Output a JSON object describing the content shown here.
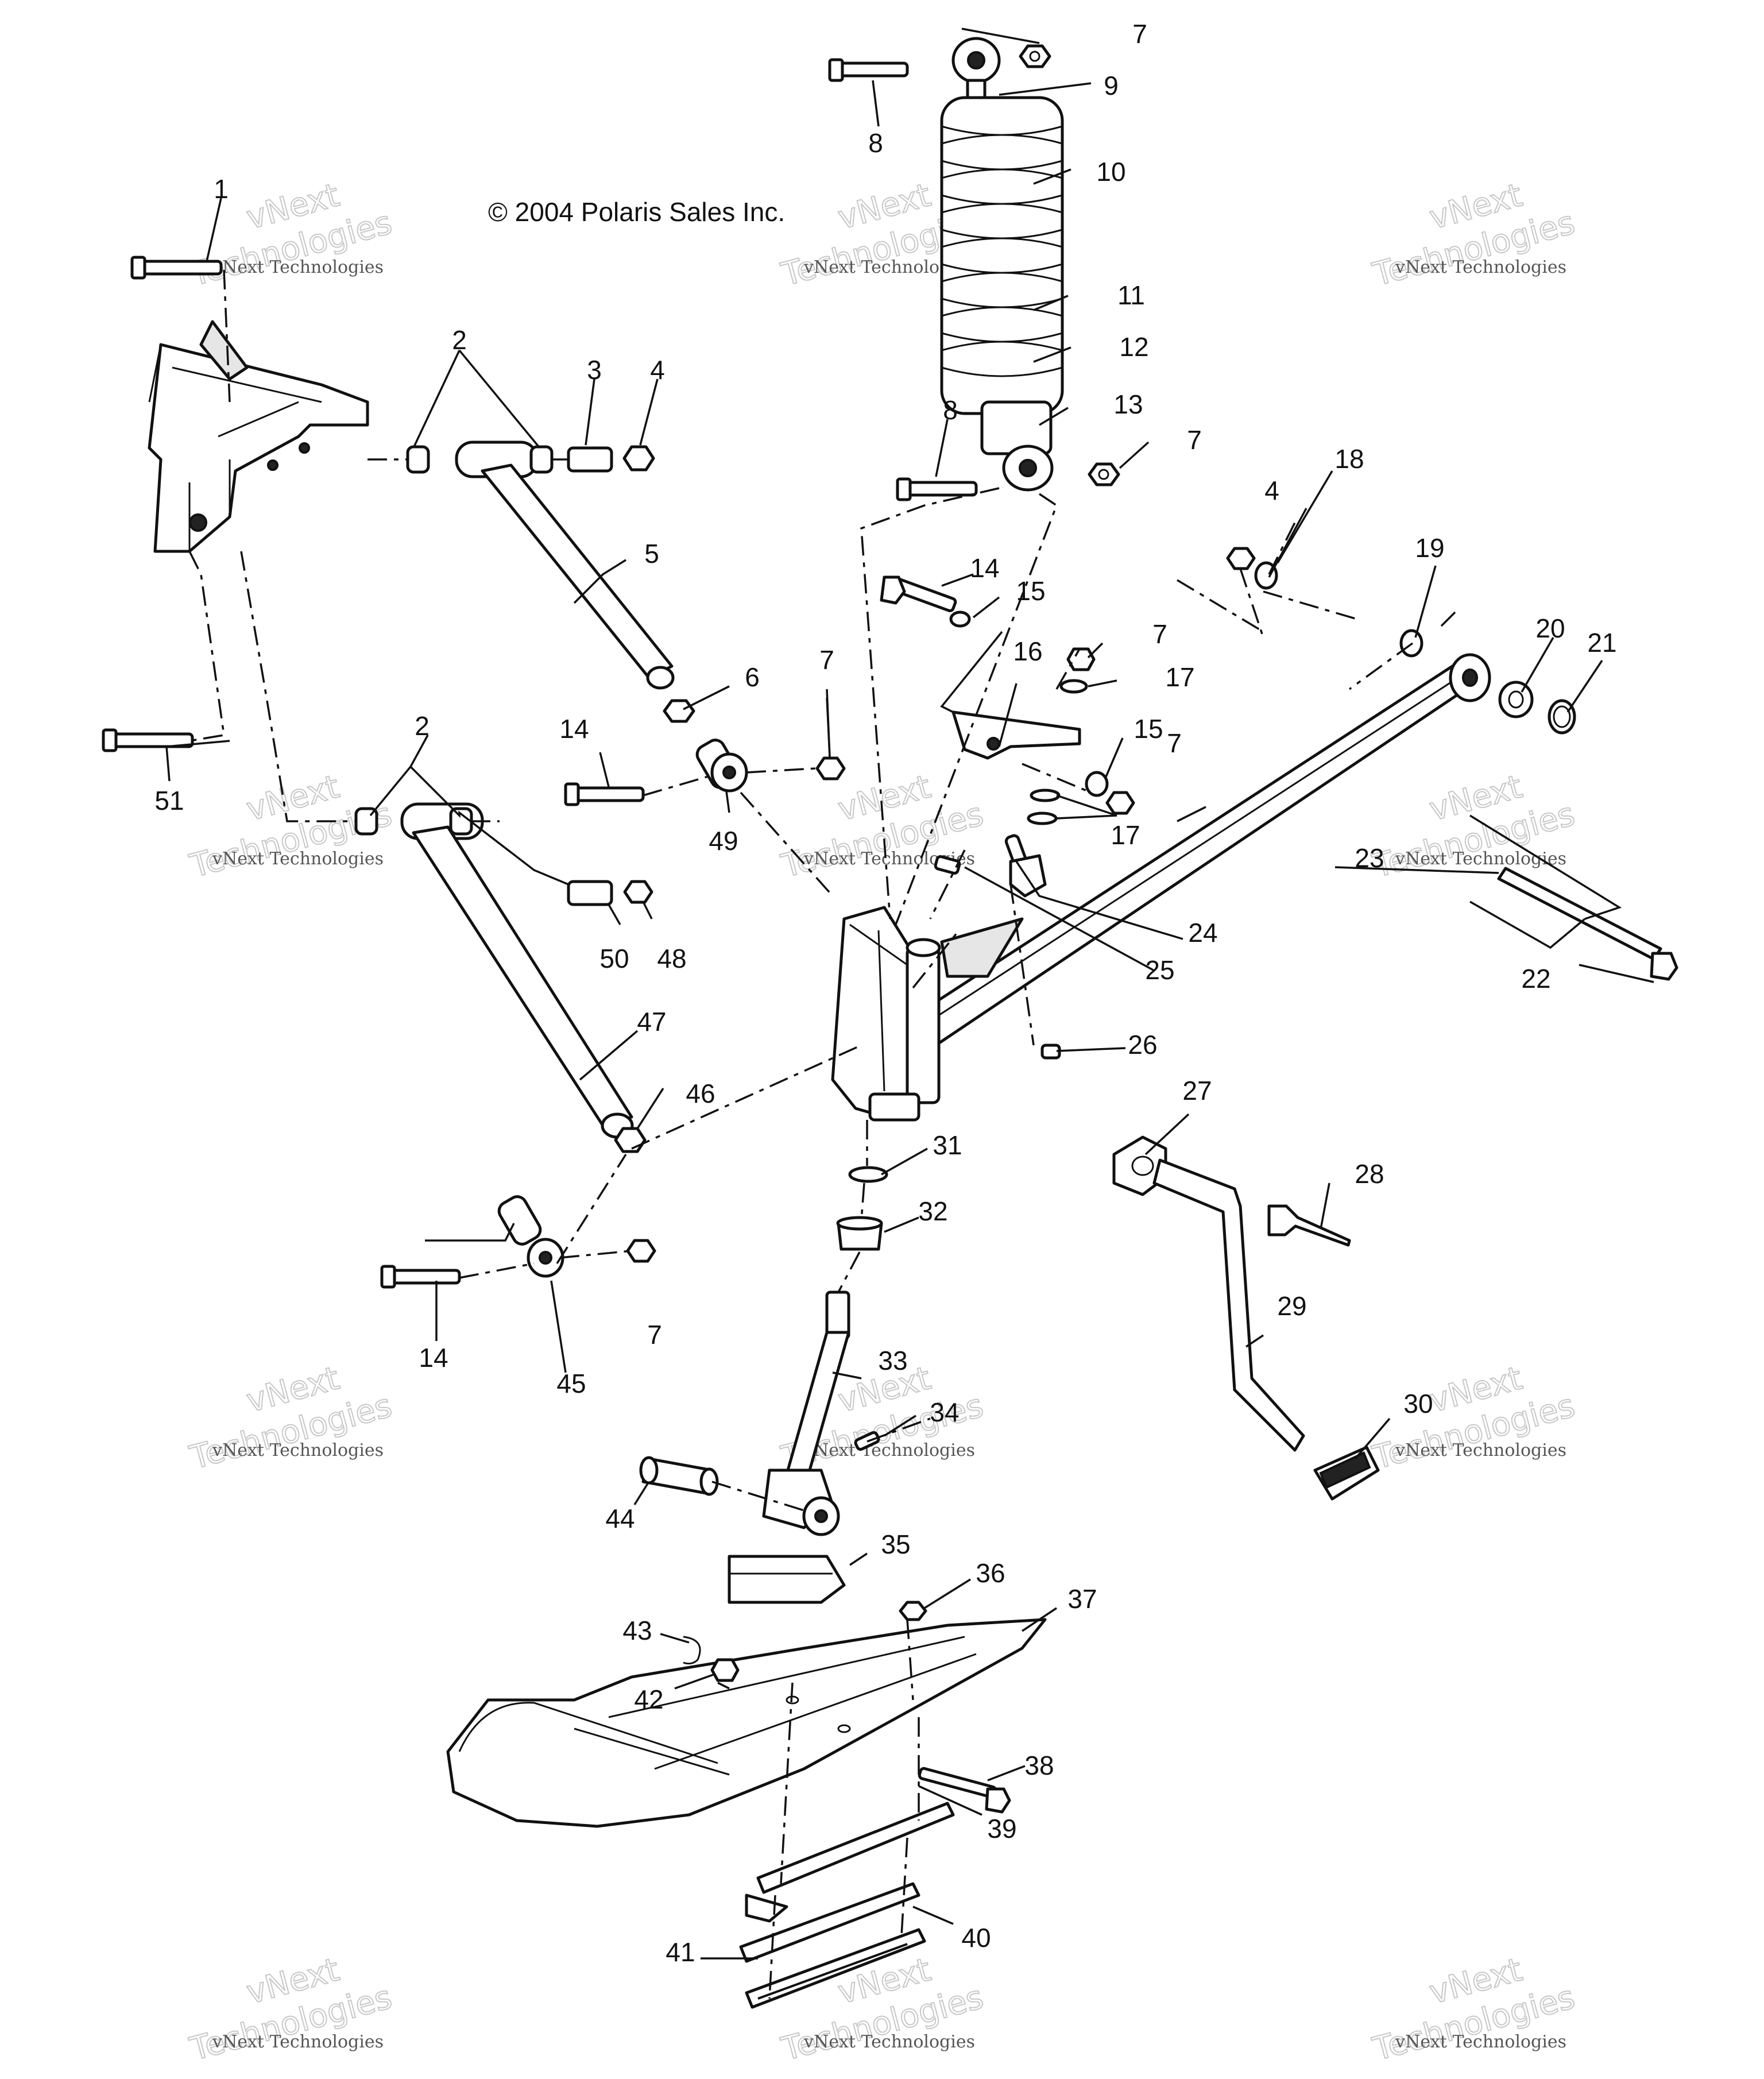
{
  "copyright": "© 2004 Polaris Sales Inc.",
  "watermark": {
    "line1": "vNext",
    "line2": "Technologies",
    "caption": "vNext Technologies"
  },
  "callouts": [
    {
      "id": "c1",
      "label": "1"
    },
    {
      "id": "c2a",
      "label": "2"
    },
    {
      "id": "c3",
      "label": "3"
    },
    {
      "id": "c4a",
      "label": "4"
    },
    {
      "id": "c5",
      "label": "5"
    },
    {
      "id": "c6",
      "label": "6"
    },
    {
      "id": "c7a",
      "label": "7"
    },
    {
      "id": "c7b",
      "label": "7"
    },
    {
      "id": "c7c",
      "label": "7"
    },
    {
      "id": "c7d",
      "label": "7"
    },
    {
      "id": "c7e",
      "label": "7"
    },
    {
      "id": "c7f",
      "label": "7"
    },
    {
      "id": "c8a",
      "label": "8"
    },
    {
      "id": "c8b",
      "label": "8"
    },
    {
      "id": "c9",
      "label": "9"
    },
    {
      "id": "c10",
      "label": "10"
    },
    {
      "id": "c11",
      "label": "11"
    },
    {
      "id": "c12",
      "label": "12"
    },
    {
      "id": "c13",
      "label": "13"
    },
    {
      "id": "c14a",
      "label": "14"
    },
    {
      "id": "c14b",
      "label": "14"
    },
    {
      "id": "c14c",
      "label": "14"
    },
    {
      "id": "c15a",
      "label": "15"
    },
    {
      "id": "c15b",
      "label": "15"
    },
    {
      "id": "c16",
      "label": "16"
    },
    {
      "id": "c17a",
      "label": "17"
    },
    {
      "id": "c17b",
      "label": "17"
    },
    {
      "id": "c18",
      "label": "18"
    },
    {
      "id": "c19",
      "label": "19"
    },
    {
      "id": "c20",
      "label": "20"
    },
    {
      "id": "c21",
      "label": "21"
    },
    {
      "id": "c22",
      "label": "22"
    },
    {
      "id": "c23",
      "label": "23"
    },
    {
      "id": "c24",
      "label": "24"
    },
    {
      "id": "c25",
      "label": "25"
    },
    {
      "id": "c26",
      "label": "26"
    },
    {
      "id": "c27",
      "label": "27"
    },
    {
      "id": "c28",
      "label": "28"
    },
    {
      "id": "c29",
      "label": "29"
    },
    {
      "id": "c30",
      "label": "30"
    },
    {
      "id": "c31",
      "label": "31"
    },
    {
      "id": "c32",
      "label": "32"
    },
    {
      "id": "c33",
      "label": "33"
    },
    {
      "id": "c34",
      "label": "34"
    },
    {
      "id": "c35",
      "label": "35"
    },
    {
      "id": "c36",
      "label": "36"
    },
    {
      "id": "c37",
      "label": "37"
    },
    {
      "id": "c38",
      "label": "38"
    },
    {
      "id": "c39",
      "label": "39"
    },
    {
      "id": "c40",
      "label": "40"
    },
    {
      "id": "c41",
      "label": "41"
    },
    {
      "id": "c42",
      "label": "42"
    },
    {
      "id": "c43",
      "label": "43"
    },
    {
      "id": "c44",
      "label": "44"
    },
    {
      "id": "c45",
      "label": "45"
    },
    {
      "id": "c46",
      "label": "46"
    },
    {
      "id": "c47",
      "label": "47"
    },
    {
      "id": "c48",
      "label": "48"
    },
    {
      "id": "c49",
      "label": "49"
    },
    {
      "id": "c50",
      "label": "50"
    },
    {
      "id": "c51",
      "label": "51"
    },
    {
      "id": "c2b",
      "label": "2"
    },
    {
      "id": "c4b",
      "label": "4"
    }
  ]
}
